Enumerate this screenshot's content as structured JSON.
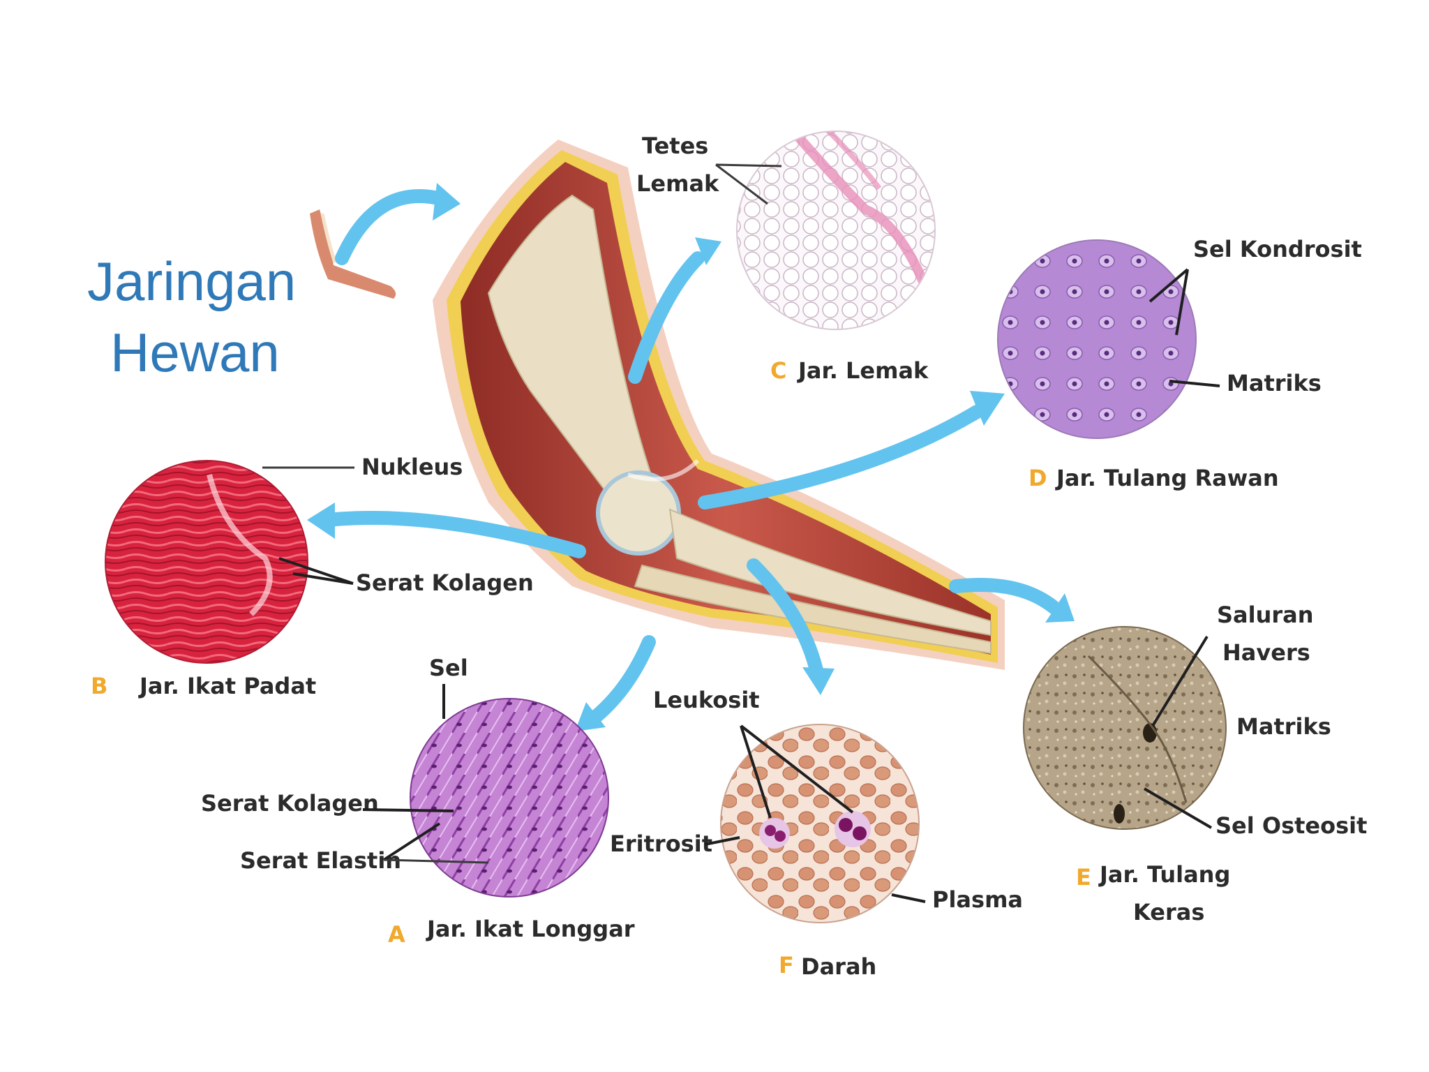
{
  "title": {
    "line1": "Jaringan",
    "line2": "Hewan"
  },
  "tissues": {
    "lemak": {
      "letter": "C",
      "name": "Jar. Lemak",
      "labels": {
        "tetes_1": "Tetes",
        "tetes_2": "Lemak"
      }
    },
    "tulang_rawan": {
      "letter": "D",
      "name": "Jar. Tulang Rawan",
      "labels": {
        "sel": "Sel Kondrosit",
        "matriks": "Matriks"
      }
    },
    "ikat_padat": {
      "letter": "B",
      "name": "Jar. Ikat Padat",
      "labels": {
        "nukleus": "Nukleus",
        "serat": "Serat Kolagen"
      }
    },
    "ikat_longgar": {
      "letter": "A",
      "name": "Jar. Ikat Longgar",
      "labels": {
        "sel": "Sel",
        "kolagen": "Serat Kolagen",
        "elastin": "Serat Elastin"
      }
    },
    "darah": {
      "letter": "F",
      "name": "Darah",
      "labels": {
        "leukosit": "Leukosit",
        "eritrosit": "Eritrosit",
        "plasma": "Plasma"
      }
    },
    "tulang_keras": {
      "letter": "E",
      "name_1": "Jar. Tulang",
      "name_2": "Keras",
      "labels": {
        "saluran_1": "Saluran",
        "saluran_2": "Havers",
        "matriks": "Matriks",
        "osteosit": "Sel Osteosit"
      }
    }
  },
  "colors": {
    "title": "#2f79b8",
    "letter": "#f0a92c",
    "arrow": "#62c3ee",
    "muscle": "#b8443a",
    "fat": "#f1cf52",
    "bone": "#e8dcc0"
  }
}
